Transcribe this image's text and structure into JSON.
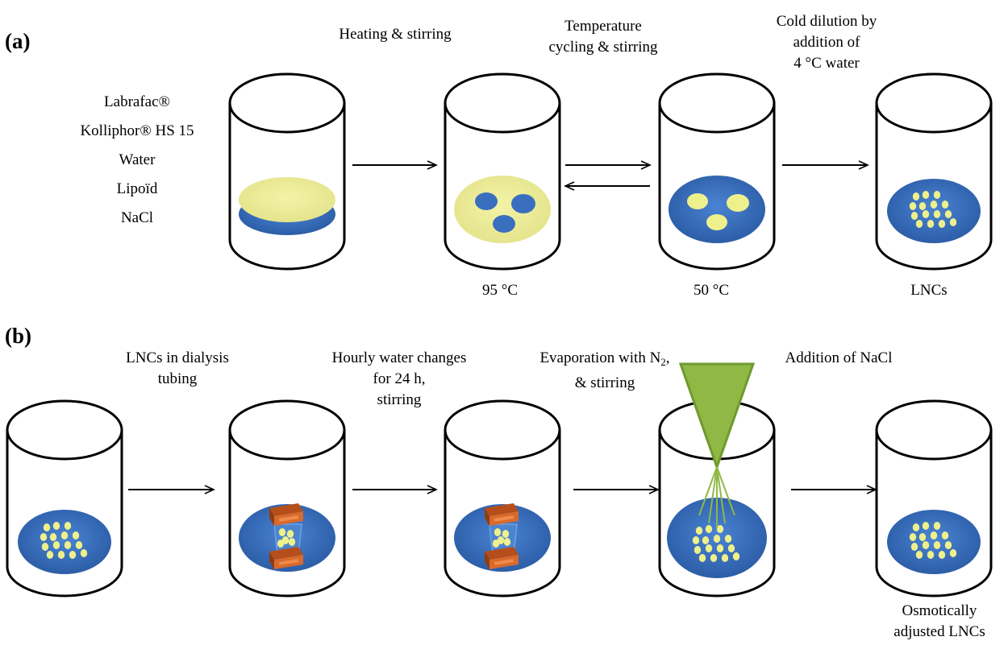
{
  "panels": {
    "a": "(a)",
    "b": "(b)"
  },
  "ingredients": [
    "Labrafac®",
    "Kolliphor® HS 15",
    "Water",
    "Lipoïd",
    "NaCl"
  ],
  "row_a": {
    "step1": [
      "Heating & stirring"
    ],
    "step2": [
      "Temperature",
      "cycling & stirring"
    ],
    "step3": [
      "Cold dilution by",
      "addition of",
      "4 °C water"
    ],
    "temp1": "95 °C",
    "temp2": "50 °C",
    "product": "LNCs"
  },
  "row_b": {
    "step1": [
      "LNCs in dialysis",
      "tubing"
    ],
    "step2": [
      "Hourly water changes",
      "for 24 h,",
      "stirring"
    ],
    "step3_prefix": "Evaporation with N",
    "step3_sub": "2",
    "step3_suffix": ",",
    "step3_line2": "& stirring",
    "step4": [
      "Addition of NaCl"
    ],
    "product": [
      "Osmotically",
      "adjusted LNCs"
    ]
  },
  "colors": {
    "water": "#3a6fbf",
    "oil": "#e7e98f",
    "droplet": "#eef08c",
    "clamp": "#d86a2c",
    "pipette": "#8fb845",
    "arrow": "#000000"
  }
}
